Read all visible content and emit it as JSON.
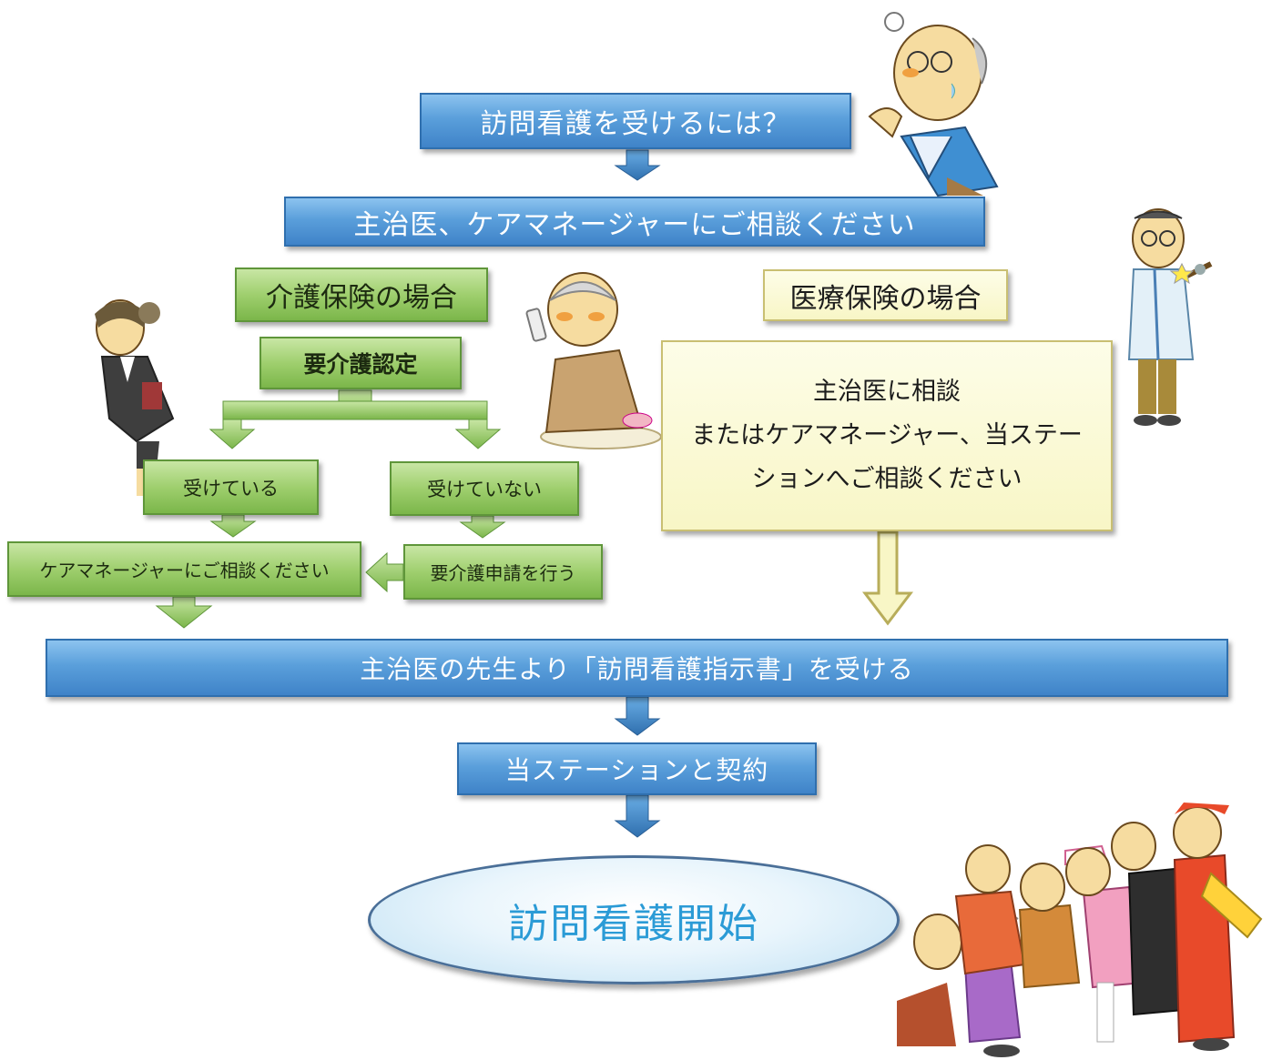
{
  "colors": {
    "blue": "#4a90d9",
    "green": "#9fcf6e",
    "yellow": "#f8f6c6",
    "ellipse_text": "#2b9bd6"
  },
  "flow": {
    "step1": "訪問看護を受けるには？",
    "step2": "主治医、ケアマネージャーにご相談ください",
    "kaigo": {
      "header": "介護保険の場合",
      "certification": "要介護認定",
      "receiving": "受けている",
      "not_receiving": "受けていない",
      "apply": "要介護申請を行う",
      "consult_cm": "ケアマネージャーにご相談ください"
    },
    "iryo": {
      "header": "医療保険の場合",
      "line1": "主治医に相談",
      "line2": "またはケアマネージャー、当ステー",
      "line3": "ションへご相談ください"
    },
    "step3": "主治医の先生より「訪問看護指示書」を受ける",
    "step4": "当ステーションと契約",
    "final": "訪問看護開始"
  }
}
